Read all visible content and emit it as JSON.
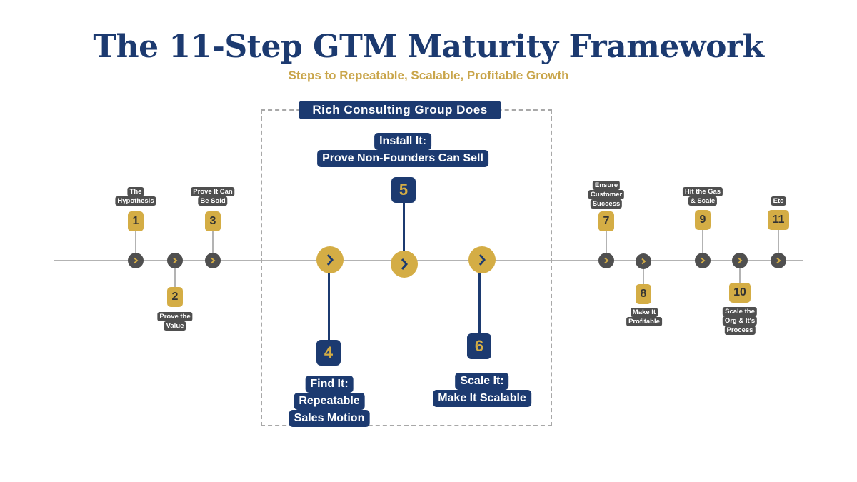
{
  "header": {
    "title": "The 11-Step GTM Maturity Framework",
    "subtitle": "Steps to Repeatable, Scalable, Profitable Growth"
  },
  "highlight_box": {
    "label": "Rich Consulting Group Does"
  },
  "colors": {
    "navy": "#1c3a70",
    "gold": "#d4ad45",
    "dark_grey": "#4f4f4f",
    "line_grey": "#b3b3b3"
  },
  "steps": [
    {
      "number": "1",
      "lines": [
        "The",
        "Hypothesis"
      ],
      "position": "above"
    },
    {
      "number": "2",
      "lines": [
        "Prove the",
        "Value"
      ],
      "position": "below"
    },
    {
      "number": "3",
      "lines": [
        "Prove It Can",
        "Be Sold"
      ],
      "position": "above"
    },
    {
      "number": "4",
      "lines": [
        "Find It:",
        "Repeatable",
        "Sales Motion"
      ],
      "position": "below"
    },
    {
      "number": "5",
      "lines": [
        "Install It:",
        "Prove Non-Founders  Can Sell"
      ],
      "position": "above"
    },
    {
      "number": "6",
      "lines": [
        "Scale It:",
        "Make It Scalable"
      ],
      "position": "below"
    },
    {
      "number": "7",
      "lines": [
        "Ensure",
        "Customer",
        "Success"
      ],
      "position": "above"
    },
    {
      "number": "8",
      "lines": [
        "Make It",
        "Profitable"
      ],
      "position": "below"
    },
    {
      "number": "9",
      "lines": [
        "Hit the Gas",
        "& Scale"
      ],
      "position": "above"
    },
    {
      "number": "10",
      "lines": [
        "Scale the",
        "Org & It's",
        "Process"
      ],
      "position": "below"
    },
    {
      "number": "11",
      "lines": [
        "Etc"
      ],
      "position": "above"
    }
  ]
}
